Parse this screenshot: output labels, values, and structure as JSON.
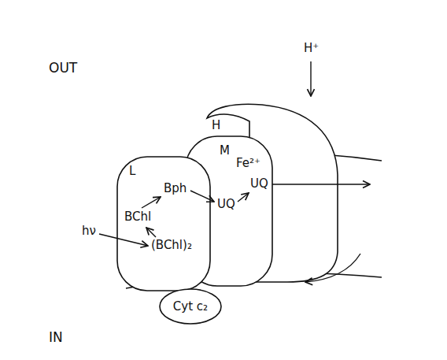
{
  "diagram": {
    "nodes": [
      {
        "text": [
          "H"
        ]
      },
      {
        "text": [
          "M"
        ]
      },
      {
        "text": [
          "L"
        ]
      },
      {
        "text": [
          "Cyt c₂"
        ]
      }
    ],
    "labels": [
      "OUT",
      "H⁺",
      "Fe²⁺",
      "UQ",
      "UQ",
      "Bph",
      "BChl",
      "hν",
      "(BChl)₂",
      "IN"
    ]
  }
}
